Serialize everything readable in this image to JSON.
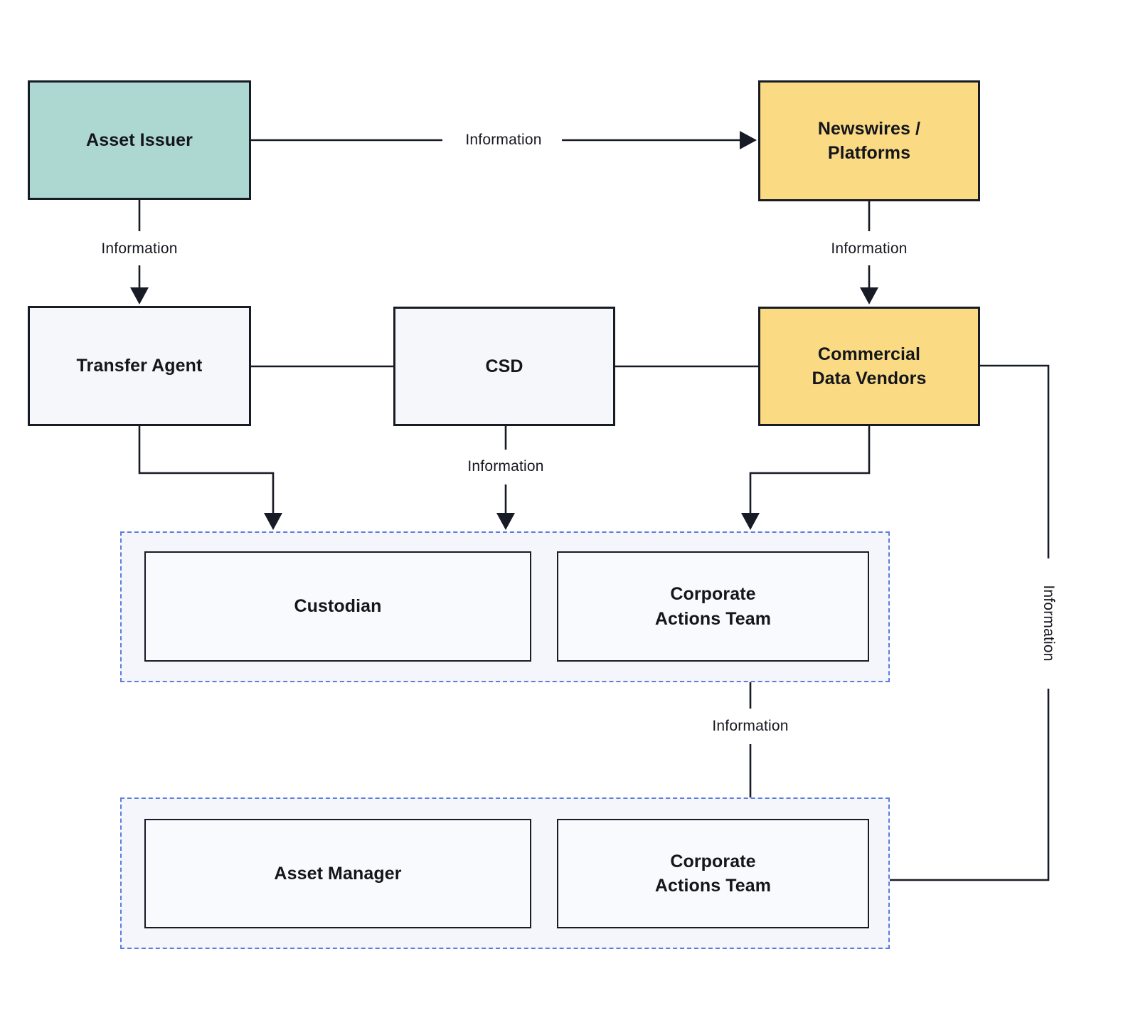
{
  "diagram": {
    "nodes": {
      "asset_issuer": {
        "label": "Asset Issuer",
        "color": "#ADD7D1"
      },
      "newswires": {
        "label": "Newswires /\nPlatforms",
        "color": "#FADA83"
      },
      "transfer_agent": {
        "label": "Transfer Agent",
        "color": "#F5F7FB"
      },
      "csd": {
        "label": "CSD",
        "color": "#F5F7FB"
      },
      "commercial_data_vendors": {
        "label": "Commercial\nData Vendors",
        "color": "#FADA83"
      },
      "custodian": {
        "label": "Custodian",
        "color": "#F8FAFD"
      },
      "custodian_corporate_actions_team": {
        "label": "Corporate\nActions Team",
        "color": "#F8FAFD"
      },
      "asset_manager": {
        "label": "Asset Manager",
        "color": "#F8FAFD"
      },
      "asset_manager_corporate_actions_team": {
        "label": "Corporate\nActions Team",
        "color": "#F8FAFD"
      }
    },
    "groups": {
      "custodian_group": {
        "members": [
          "custodian",
          "custodian_corporate_actions_team"
        ]
      },
      "asset_manager_group": {
        "members": [
          "asset_manager",
          "asset_manager_corporate_actions_team"
        ]
      }
    },
    "edges": {
      "issuer_to_newswires": {
        "from": "asset_issuer",
        "to": "newswires",
        "label": "Information",
        "arrow": true
      },
      "issuer_to_transfer_agent": {
        "from": "asset_issuer",
        "to": "transfer_agent",
        "label": "Information",
        "arrow": true
      },
      "newswires_to_data_vendors": {
        "from": "newswires",
        "to": "commercial_data_vendors",
        "label": "Information",
        "arrow": true
      },
      "transfer_agent_csd_link": {
        "from": "transfer_agent",
        "to": "csd",
        "label": "",
        "arrow": false
      },
      "csd_data_vendors_link": {
        "from": "csd",
        "to": "commercial_data_vendors",
        "label": "",
        "arrow": false
      },
      "transfer_agent_to_custodian_group": {
        "from": "transfer_agent",
        "to": "custodian_group",
        "label": "",
        "arrow": true
      },
      "csd_to_custodian_group": {
        "from": "csd",
        "to": "custodian_group",
        "label": "Information",
        "arrow": true
      },
      "data_vendors_to_custodian_group": {
        "from": "commercial_data_vendors",
        "to": "custodian_group",
        "label": "",
        "arrow": true
      },
      "corporate_actions_to_corporate_actions": {
        "from": "custodian_corporate_actions_team",
        "to": "asset_manager_corporate_actions_team",
        "label": "Information",
        "arrow": true
      },
      "data_vendors_to_asset_manager_corporate_actions": {
        "from": "commercial_data_vendors",
        "to": "asset_manager_corporate_actions_team",
        "label": "Information",
        "arrow": true
      }
    },
    "colors": {
      "teal_node": "#ADD7D1",
      "yellow_node": "#FADA83",
      "neutral_node": "#F5F7FB",
      "group_background": "#F4F6FB",
      "group_inner_node": "#F8FAFD",
      "group_dashed_border": "#5C7CE3",
      "line": "#171B26",
      "text": "#14161C"
    }
  }
}
